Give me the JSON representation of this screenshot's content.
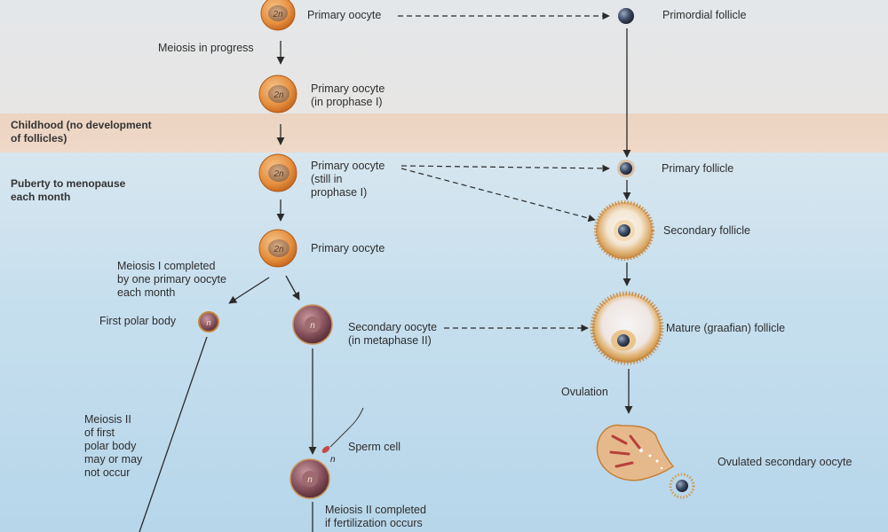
{
  "bands": {
    "childhood": "Childhood (no development\nof follicles)",
    "puberty": "Puberty to menopause\neach month"
  },
  "cells": {
    "primary_oocyte_1": {
      "label": "Primary oocyte",
      "ploidy": "2n"
    },
    "meiosis_progress": "Meiosis in progress",
    "primary_oocyte_2": {
      "label": "Primary oocyte\n(in prophase I)",
      "ploidy": "2n"
    },
    "primary_oocyte_3": {
      "label": "Primary oocyte\n(still in\nprophase I)",
      "ploidy": "2n"
    },
    "primary_oocyte_4": {
      "label": "Primary oocyte",
      "ploidy": "2n"
    },
    "meiosis1_completed": "Meiosis I completed\nby one primary oocyte\neach month",
    "first_polar_body": {
      "label": "First polar body",
      "ploidy": "n"
    },
    "secondary_oocyte": {
      "label": "Secondary oocyte\n(in metaphase II)",
      "ploidy": "n"
    },
    "meiosis2_first_polar": "Meiosis II\nof first\npolar body\nmay or may\nnot occur",
    "sperm_cell": {
      "label": "Sperm cell",
      "ploidy": "n"
    },
    "fertilized_ploidy": "n",
    "meiosis2_completed": "Meiosis II completed\nif fertilization occurs"
  },
  "follicles": {
    "primordial": "Primordial follicle",
    "primary": "Primary follicle",
    "secondary": "Secondary follicle",
    "mature": "Mature (graafian) follicle",
    "ovulation": "Ovulation",
    "ovulated": "Ovulated secondary oocyte"
  },
  "colors": {
    "oocyte_fill": "#e79a4c",
    "oocyte_nucleus": "#b98a5e",
    "haploid_cell": "#8a5560",
    "follicle_rim": "#d9a259",
    "follicle_dot": "#3c4a63",
    "arrow": "#2b2b2b"
  }
}
